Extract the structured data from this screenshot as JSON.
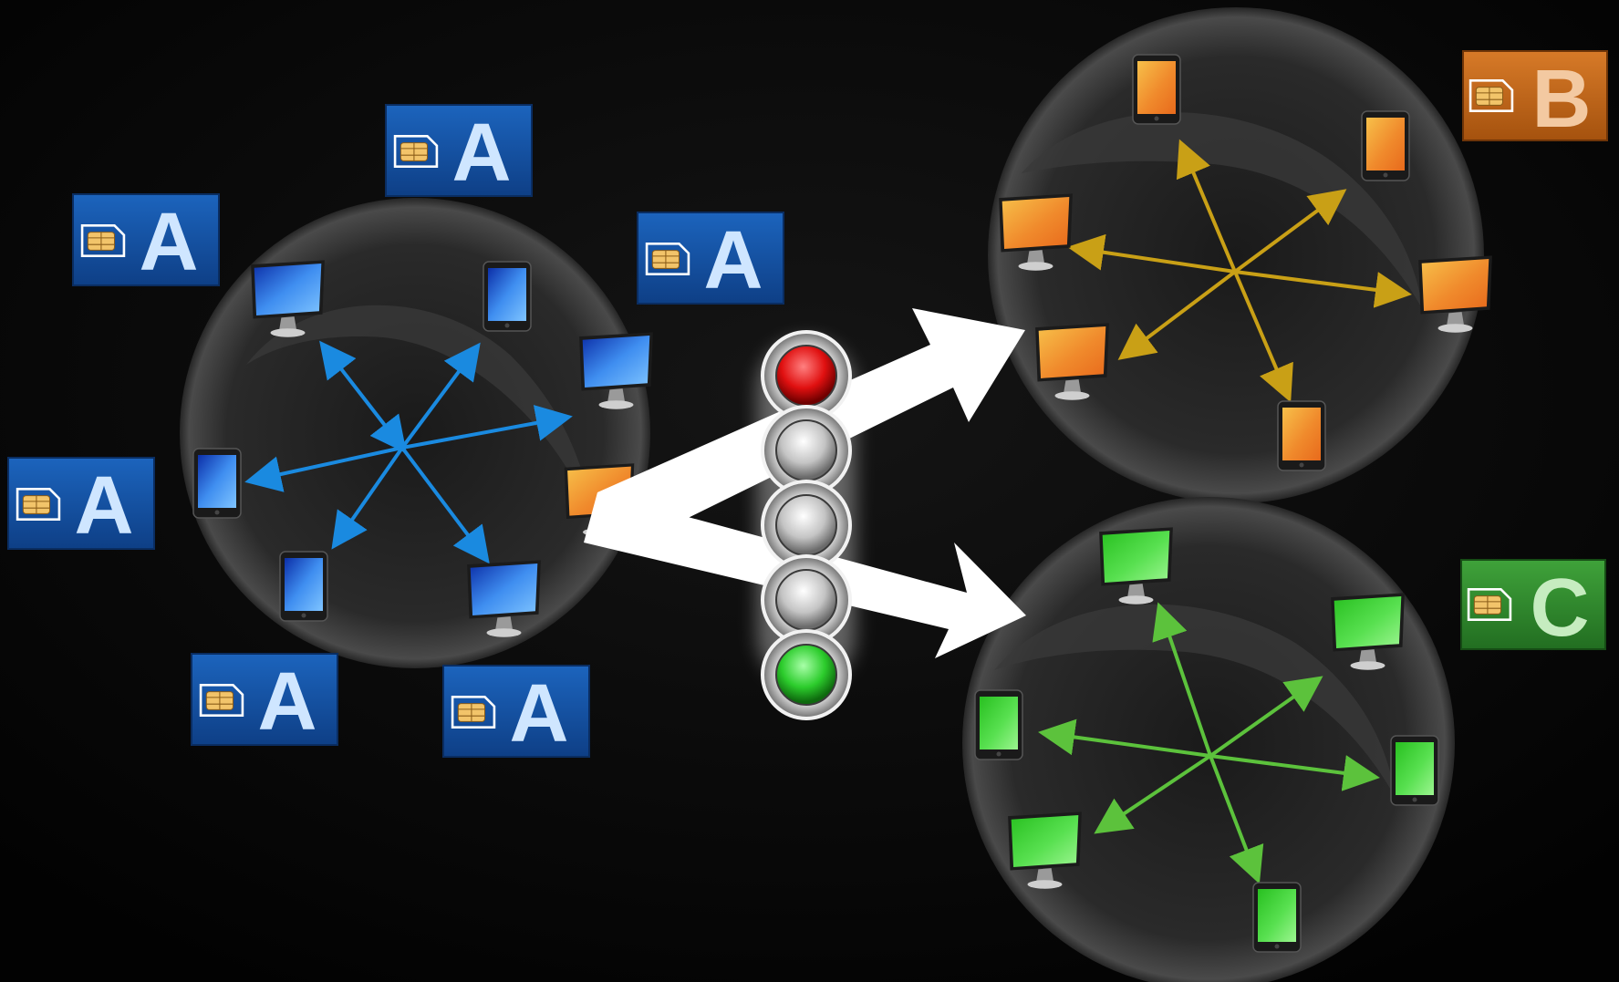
{
  "colors": {
    "background": "#050505",
    "group_a": "#1579c9",
    "group_b": "#e0a024",
    "group_c": "#5cc23c",
    "card_a": "#1553a3",
    "card_b": "#c7681c",
    "card_c": "#2f8a2c",
    "traffic_red": "#e01010",
    "traffic_green": "#2ccc2c",
    "traffic_off": "#b8b8b8"
  },
  "icons": {
    "sim_card": "sim-card-icon",
    "monitor": "monitor-icon",
    "tablet": "tablet-icon",
    "traffic_light": "traffic-light-icon",
    "arrow": "arrow-icon"
  },
  "cards": {
    "a1": {
      "letter": "A"
    },
    "a2": {
      "letter": "A"
    },
    "a3": {
      "letter": "A"
    },
    "a4": {
      "letter": "A"
    },
    "a5": {
      "letter": "A"
    },
    "a6": {
      "letter": "A"
    },
    "b": {
      "letter": "B"
    },
    "c": {
      "letter": "C"
    }
  },
  "traffic_light": {
    "lamps": [
      "red",
      "off",
      "off",
      "off",
      "green"
    ],
    "active_top": "red",
    "active_bottom": "green"
  }
}
